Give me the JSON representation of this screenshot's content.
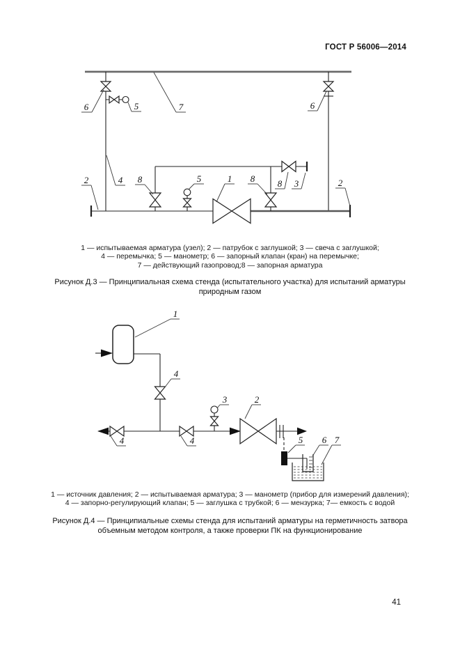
{
  "page": {
    "header": "ГОСТ Р 56006—2014",
    "number": "41"
  },
  "figure_d3": {
    "labels": {
      "valve_top_left": "6",
      "gauge_top": "5",
      "pipeline": "7",
      "valve_top_right": "6",
      "stub_left": "2",
      "jumper": "4",
      "bypass_valve_left": "8",
      "gauge_mid": "5",
      "test_unit": "1",
      "bypass_valve_right": "8",
      "vent_valve": "8",
      "vent_stub": "3",
      "stub_right": "2"
    },
    "legend_lines": [
      "1 — испытываемая арматура (узел); 2 — патрубок с заглушкой; 3 — свеча с заглушкой;",
      "4 — перемычка; 5 — манометр; 6 — запорный клапан (кран) на перемычке;",
      "7 — действующий газопровод;8 — запорная арматура"
    ],
    "caption_lines": [
      "Рисунок Д.3 — Принципиальная схема стенда (испытательного участка) для испытаний арматуры",
      "природным газом"
    ]
  },
  "figure_d4": {
    "labels": {
      "pressure_source": "1",
      "reg_valve_top": "4",
      "reg_valve_left": "4",
      "reg_valve_mid": "4",
      "gauge": "3",
      "test_valve": "2",
      "plug_with_tube": "5",
      "measuring_cup": "6",
      "water_tank": "7"
    },
    "legend_lines": [
      "1 — источник давления; 2 — испытываемая арматура; 3 — манометр (прибор для измерений давления);",
      "4 — запорно-регулирующий клапан; 5 — заглушка с трубкой; 6 — мензурка; 7— емкость с водой"
    ],
    "caption_lines": [
      "Рисунок Д.4 — Принципиальные схемы стенда для испытаний арматуры на герметичность затвора",
      "объемным методом контроля, а также проверки ПК на функционирование"
    ]
  }
}
